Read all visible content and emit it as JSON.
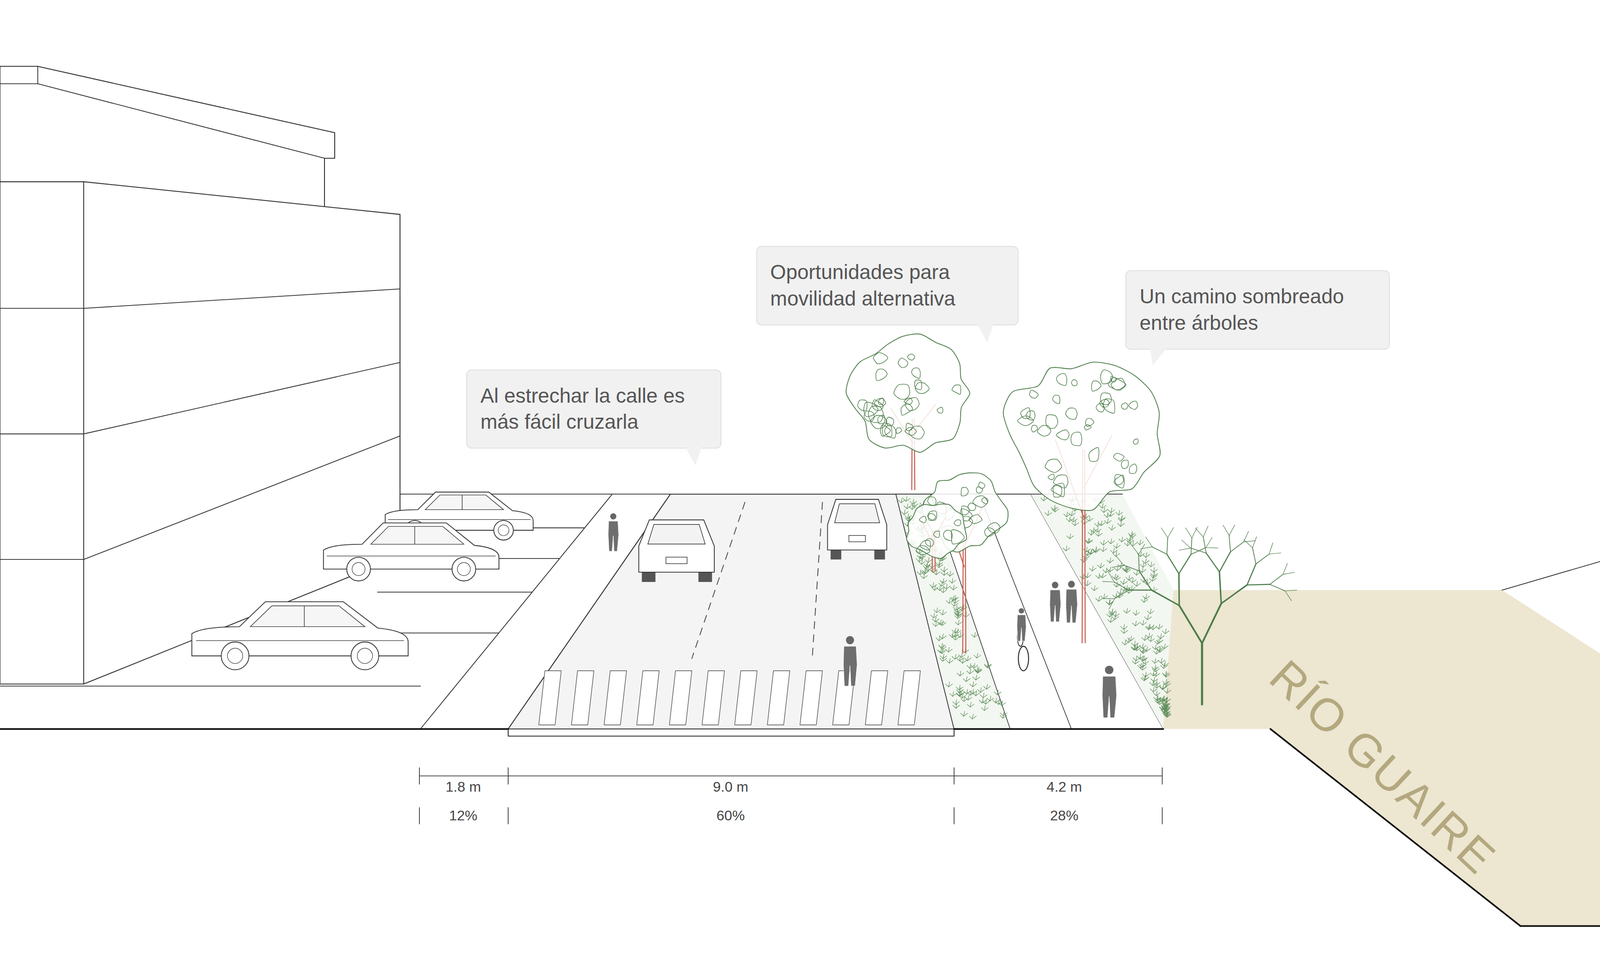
{
  "diagram": {
    "nodes": [
      {
        "text": [
          "Al estrechar la calle es más fácil cruzarla"
        ]
      },
      {
        "text": [
          "Oportunidades para movilidad alternativa"
        ]
      },
      {
        "text": [
          "Un camino sombreado entre árboles"
        ]
      }
    ],
    "labels": [
      "1.8 m",
      "12%",
      "9.0 m",
      "60%",
      "4.2 m",
      "28%",
      "RÍO GUAIRE"
    ]
  }
}
